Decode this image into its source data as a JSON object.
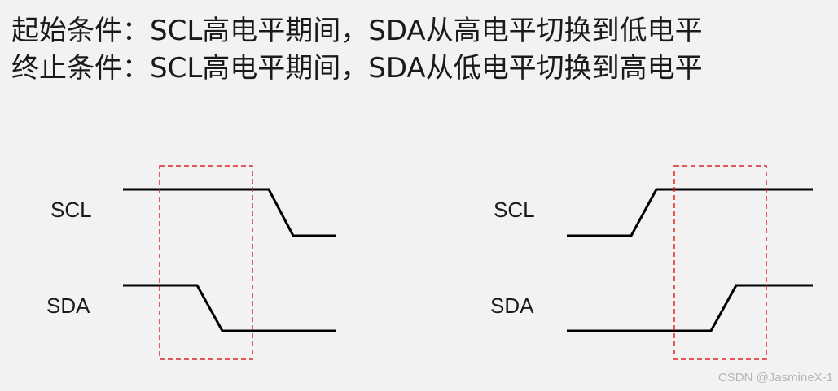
{
  "description": {
    "start_condition": "起始条件：SCL高电平期间，SDA从高电平切换到低电平",
    "stop_condition": "终止条件：SCL高电平期间，SDA从低电平切换到高电平"
  },
  "start_diagram": {
    "scl_label": "SCL",
    "sda_label": "SDA"
  },
  "stop_diagram": {
    "scl_label": "SCL",
    "sda_label": "SDA"
  },
  "colors": {
    "waveform": "#000000",
    "highlight_box": "#e0242a",
    "background": "#f2f2f2"
  },
  "watermark": "CSDN @JasmineX-1"
}
